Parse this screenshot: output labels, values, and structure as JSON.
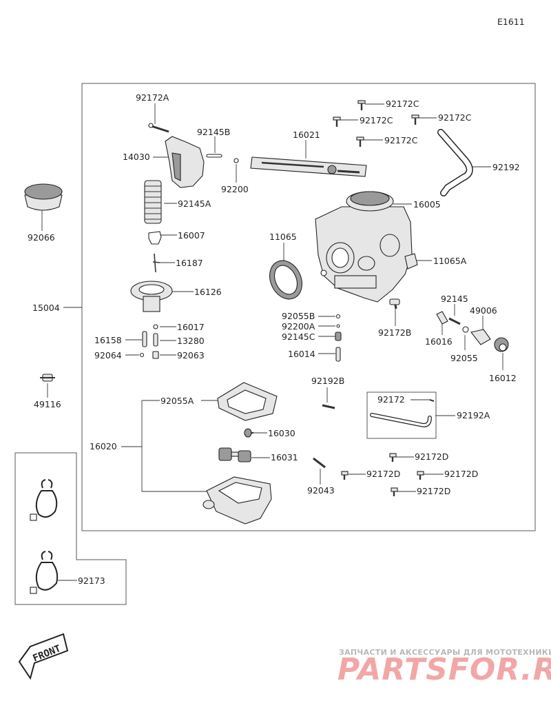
{
  "diagram_code": "E1611",
  "labels": {
    "p92172A": "92172A",
    "p92145B": "92145B",
    "p14030": "14030",
    "p92200": "92200",
    "p92145A": "92145A",
    "p16007": "16007",
    "p16187": "16187",
    "p16126": "16126",
    "p16017": "16017",
    "p16158": "16158",
    "p13280": "13280",
    "p92064": "92064",
    "p92063": "92063",
    "p92066": "92066",
    "p15004": "15004",
    "p49116": "49116",
    "p92172C_1": "92172C",
    "p92172C_2": "92172C",
    "p92172C_3": "92172C",
    "p92172C_4": "92172C",
    "p16021": "16021",
    "p92192": "92192",
    "p16005": "16005",
    "p11065": "11065",
    "p11065A": "11065A",
    "p92055B": "92055B",
    "p92200A": "92200A",
    "p92145C": "92145C",
    "p16014": "16014",
    "p92172B": "92172B",
    "p92145": "92145",
    "p49006": "49006",
    "p16016": "16016",
    "p92055": "92055",
    "p16012": "16012",
    "p92192B": "92192B",
    "p92172": "92172",
    "p92192A": "92192A",
    "p92055A": "92055A",
    "p16020": "16020",
    "p16030": "16030",
    "p16031": "16031",
    "p92043": "92043",
    "p92172D_1": "92172D",
    "p92172D_2": "92172D",
    "p92172D_3": "92172D",
    "p92172D_4": "92172D",
    "p92173": "92173"
  },
  "front_label": "FRONT",
  "watermark": {
    "tagline": "ЗАПЧАСТИ И АКСЕССУАРЫ ДЛЯ МОТОТЕХНИКИ",
    "logo": "PARTSFOR.RU"
  }
}
